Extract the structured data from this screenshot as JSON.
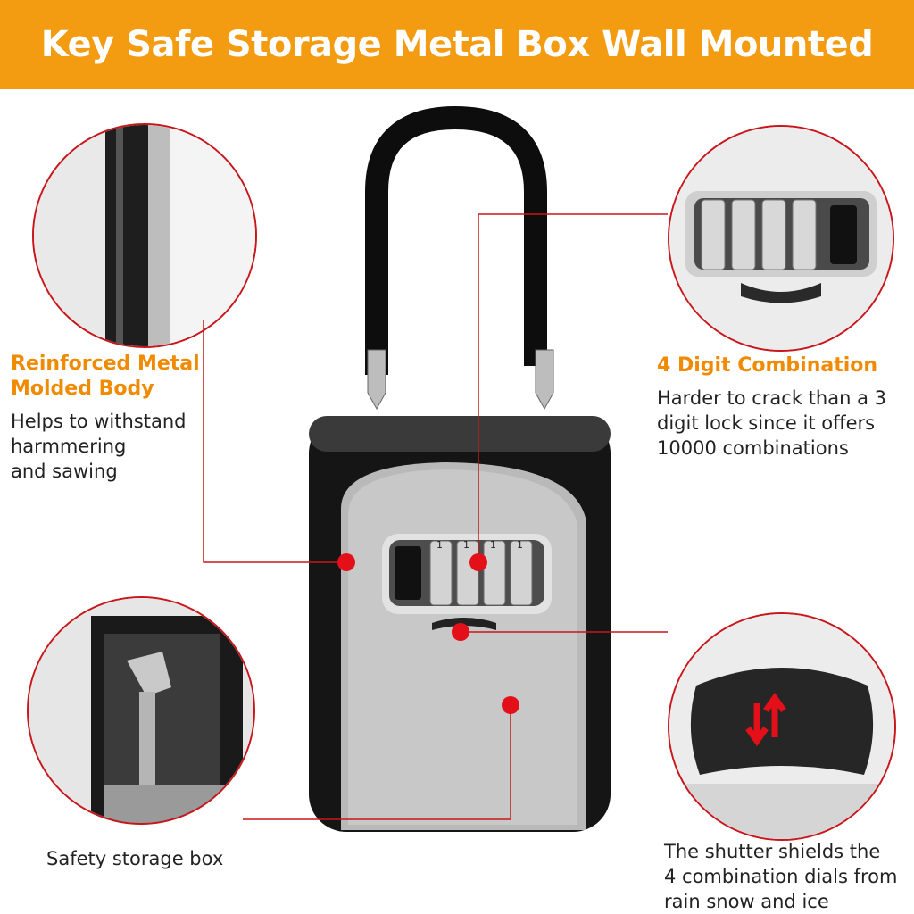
{
  "banner": {
    "title": "Key Safe Storage Metal Box Wall Mounted"
  },
  "features": {
    "body": {
      "title_line1": "Reinforced Metal",
      "title_line2": "Molded Body",
      "desc_line1": "Helps to withstand",
      "desc_line2": "harmmering",
      "desc_line3": "and sawing"
    },
    "combination": {
      "title": "4 Digit Combination",
      "desc_line1": "Harder to crack than a 3",
      "desc_line2": "digit lock since it offers",
      "desc_line3": "10000 combinations"
    },
    "storage": {
      "title": "Safety storage box"
    },
    "shutter": {
      "desc_line1": "The shutter shields the",
      "desc_line2": "4 combination dials from",
      "desc_line3": "rain snow and ice"
    }
  },
  "dial_digit": "1",
  "colors": {
    "banner": "#f39c12",
    "heading": "#f08a00",
    "marker": "#e3101a",
    "leader": "#c9161b"
  }
}
